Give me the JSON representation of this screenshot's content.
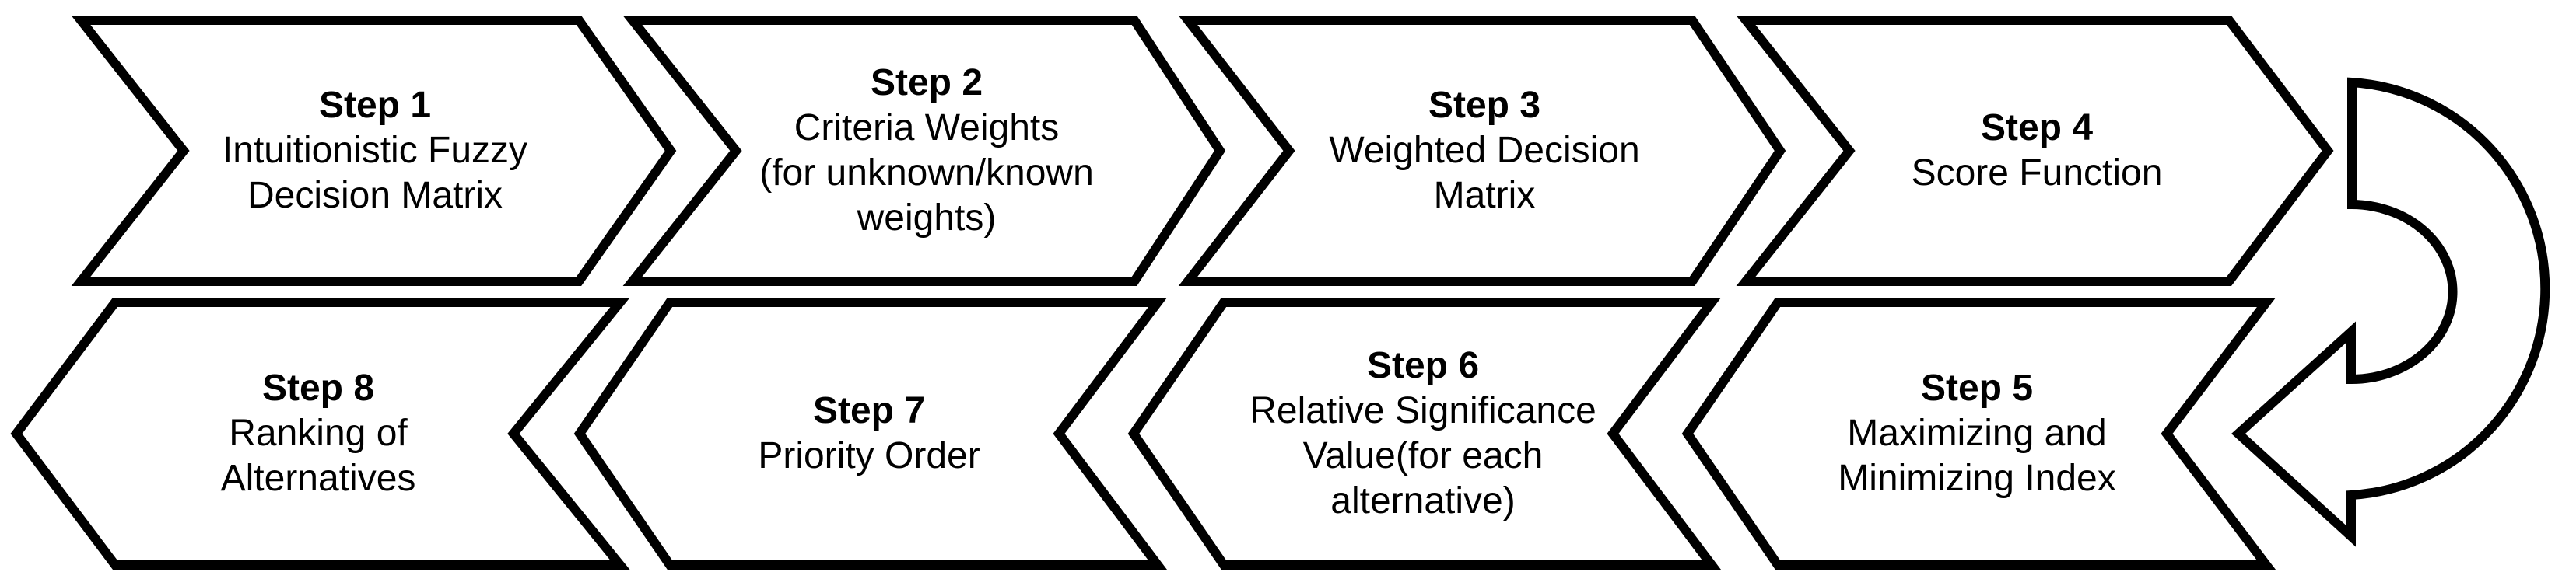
{
  "colors": {
    "stroke": "#000000",
    "fill": "#ffffff",
    "background": "#ffffff",
    "text": "#000000"
  },
  "icons": {
    "connector": "u-turn-arrow"
  },
  "steps": [
    {
      "title": "Step 1",
      "body": "Intuitionistic Fuzzy\nDecision Matrix"
    },
    {
      "title": "Step 2",
      "body": "Criteria Weights\n(for unknown/known\nweights)"
    },
    {
      "title": "Step 3",
      "body": "Weighted Decision\nMatrix"
    },
    {
      "title": "Step 4",
      "body": "Score Function"
    },
    {
      "title": "Step 5",
      "body": "Maximizing and\nMinimizing Index"
    },
    {
      "title": "Step 6",
      "body": "Relative Significance\nValue(for each\nalternative)"
    },
    {
      "title": "Step 7",
      "body": "Priority Order"
    },
    {
      "title": "Step 8",
      "body": "Ranking of\nAlternatives"
    }
  ]
}
